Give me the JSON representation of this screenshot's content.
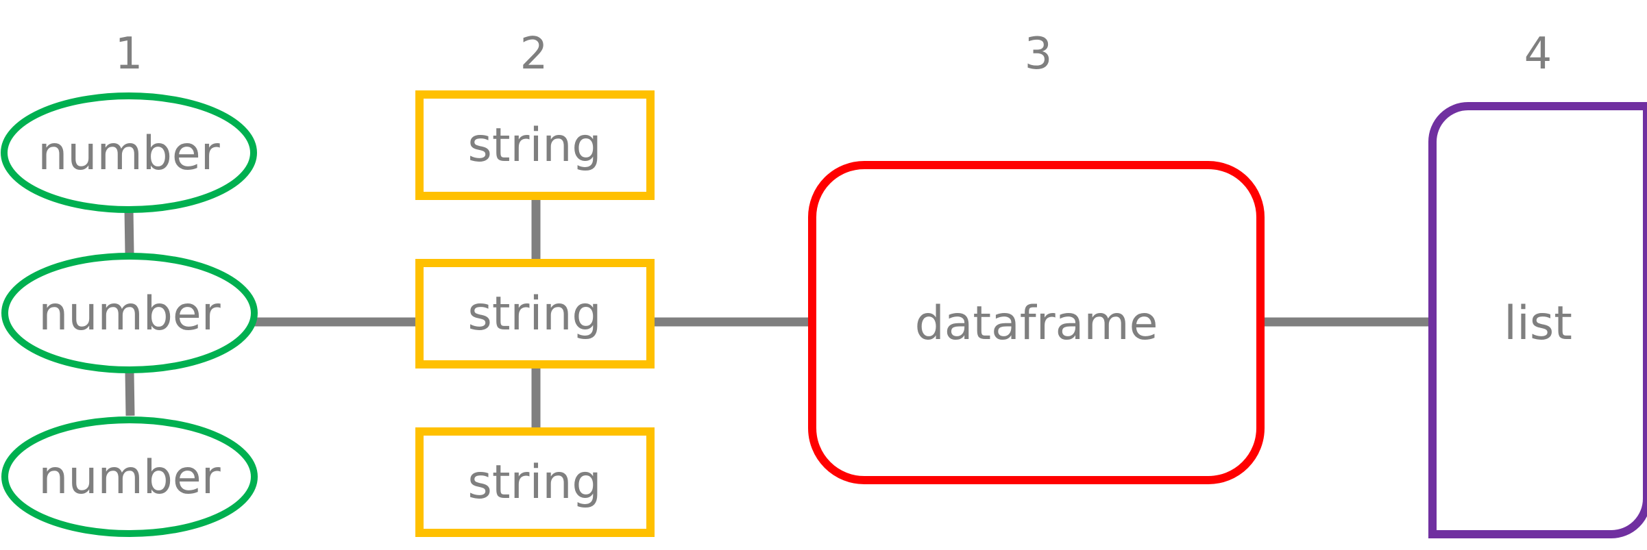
{
  "columns": [
    {
      "number": "1"
    },
    {
      "number": "2"
    },
    {
      "number": "3"
    },
    {
      "number": "4"
    }
  ],
  "numbers": [
    {
      "label": "number"
    },
    {
      "label": "number"
    },
    {
      "label": "number"
    }
  ],
  "strings": [
    {
      "label": "string"
    },
    {
      "label": "string"
    },
    {
      "label": "string"
    }
  ],
  "dataframe": {
    "label": "dataframe"
  },
  "list": {
    "label": "list"
  },
  "colors": {
    "number": "#00b050",
    "string": "#ffc000",
    "dataframe": "#ff0000",
    "list": "#7030a0",
    "connector": "#7f7f7f",
    "text": "#7f7f7f"
  }
}
